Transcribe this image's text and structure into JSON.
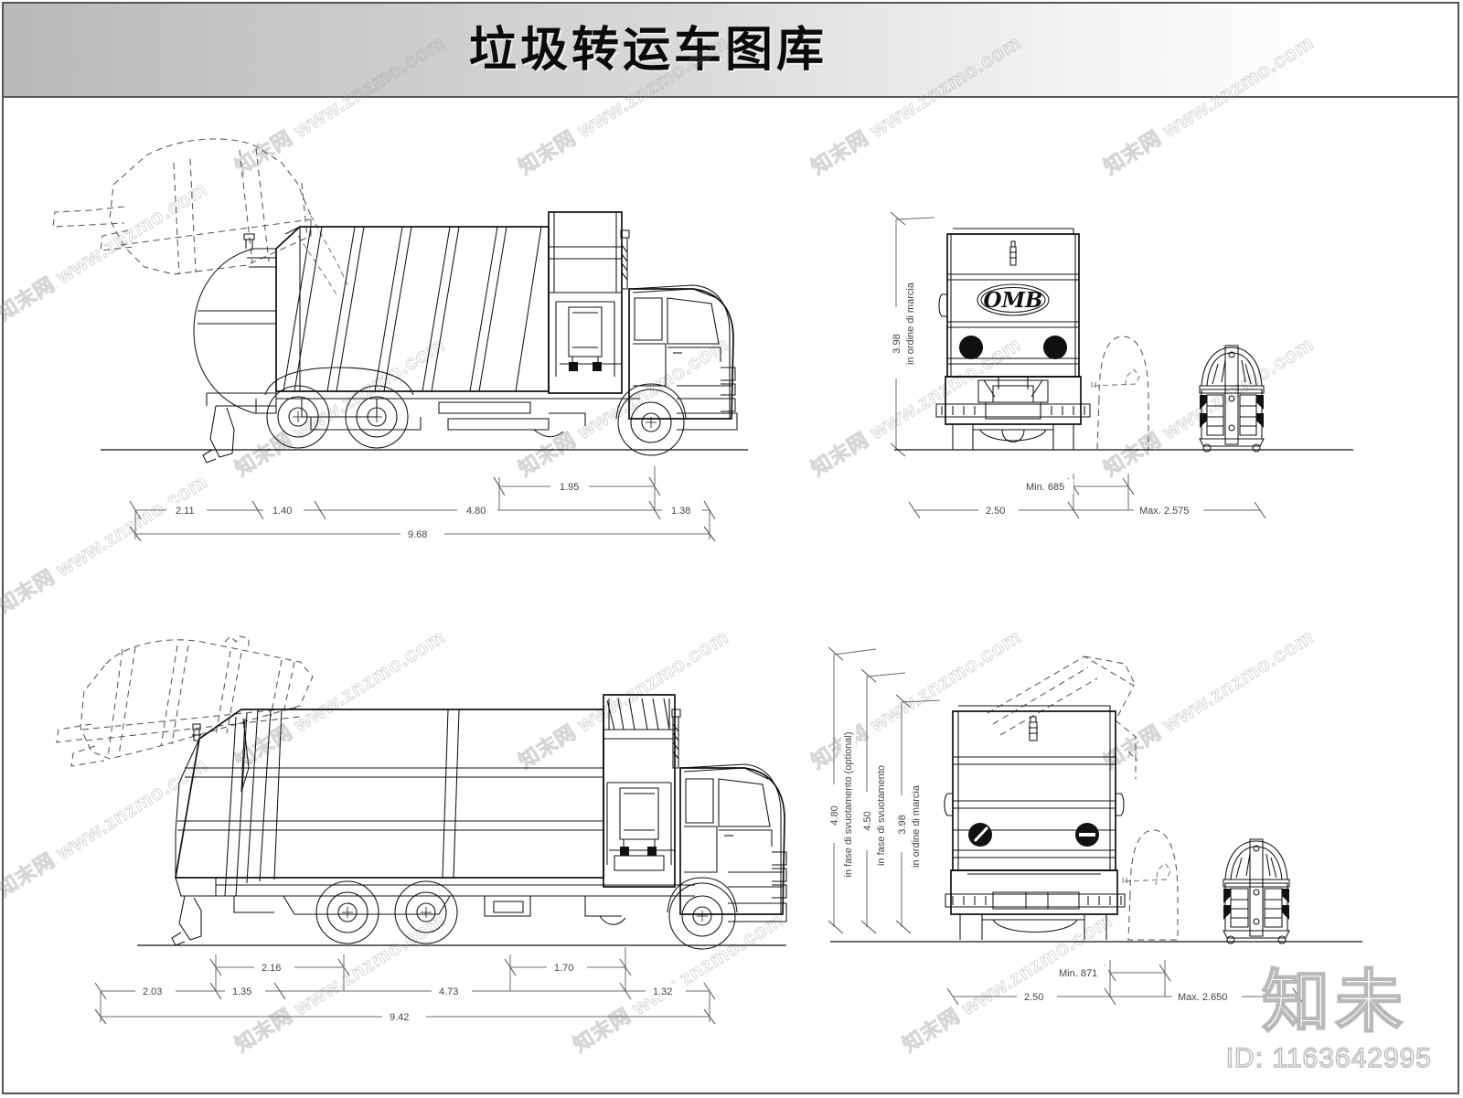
{
  "header": {
    "title": "垃圾转运车图库"
  },
  "watermark": {
    "text": "知末网 www.znzmo.com",
    "logo": "知未",
    "id_label": "ID: 1163642995"
  },
  "views": {
    "top_left": {
      "name": "side-elevation-transport-position",
      "dimensions": {
        "upper": [
          {
            "label": "1.95"
          }
        ],
        "chain": [
          {
            "label": "2.11"
          },
          {
            "label": "1.40"
          },
          {
            "label": "4.80"
          },
          {
            "label": "1.38"
          }
        ],
        "overall": {
          "label": "9.68"
        }
      }
    },
    "top_right": {
      "name": "rear-elevation-transport-position",
      "vertical": [
        {
          "value": "3.98",
          "note": "in ordine di marcia"
        }
      ],
      "dimensions": {
        "upper": [
          {
            "label": "Min. 685"
          }
        ],
        "chain": [
          {
            "label": "2.50"
          },
          {
            "label": "Max. 2.575"
          }
        ]
      },
      "badge": "OMB"
    },
    "bottom_left": {
      "name": "side-elevation-tipping-position",
      "dimensions": {
        "upper": [
          {
            "label": "2.16"
          },
          {
            "label": "1.70"
          }
        ],
        "chain": [
          {
            "label": "2.03"
          },
          {
            "label": "1.35"
          },
          {
            "label": "4.73"
          },
          {
            "label": "1.32"
          }
        ],
        "overall": {
          "label": "9.42"
        }
      }
    },
    "bottom_right": {
      "name": "rear-elevation-tipping-position",
      "vertical": [
        {
          "value": "4.80",
          "note": "in fase di svuotamento (optional)"
        },
        {
          "value": "4.50",
          "note": "in fase di svuotamento"
        },
        {
          "value": "3.98",
          "note": "in ordine di marcia"
        }
      ],
      "dimensions": {
        "upper": [
          {
            "label": "Min. 871"
          }
        ],
        "chain": [
          {
            "label": "2.50"
          },
          {
            "label": "Max. 2.650"
          }
        ]
      }
    }
  }
}
